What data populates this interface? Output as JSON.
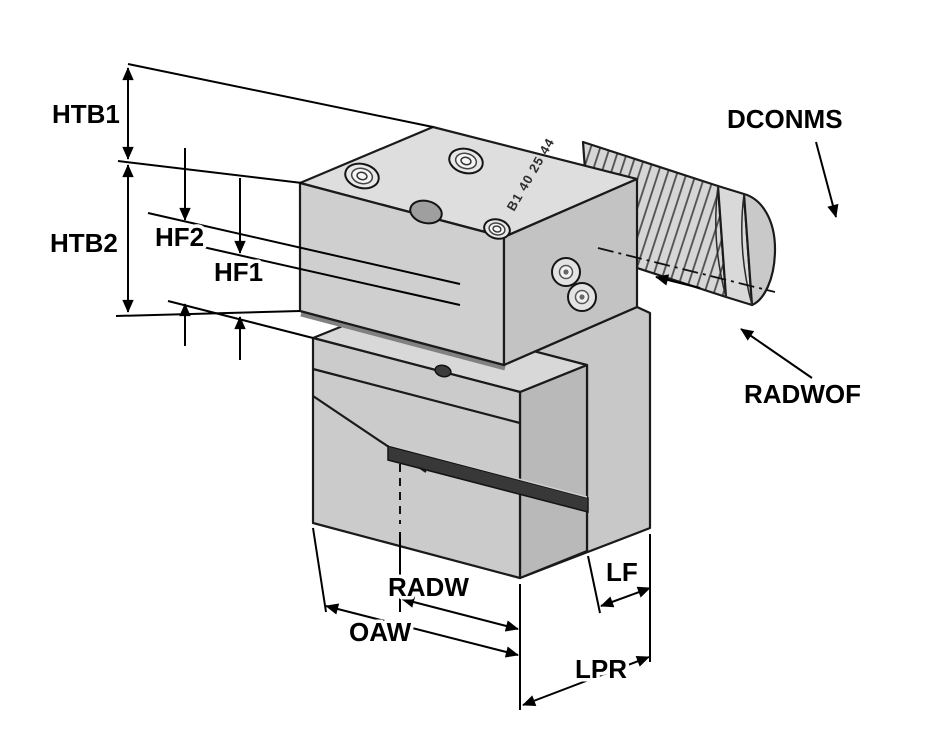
{
  "diagram": {
    "type": "technical-dimension-drawing",
    "subject": "VDI radial toolholder",
    "body_marking": "B1 40 25 44",
    "labels": {
      "htb1": "HTB1",
      "htb2": "HTB2",
      "hf2": "HF2",
      "hf1": "HF1",
      "dconms": "DCONMS",
      "radwof": "RADWOF",
      "radw": "RADW",
      "oaw": "OAW",
      "lf": "LF",
      "lpr": "LPR"
    },
    "colors": {
      "background": "#ffffff",
      "line": "#000000",
      "body_light": "#dedede",
      "body_mid": "#cfcfcf",
      "body_dark": "#b9b9b9",
      "insert_strip": "#383838"
    }
  }
}
